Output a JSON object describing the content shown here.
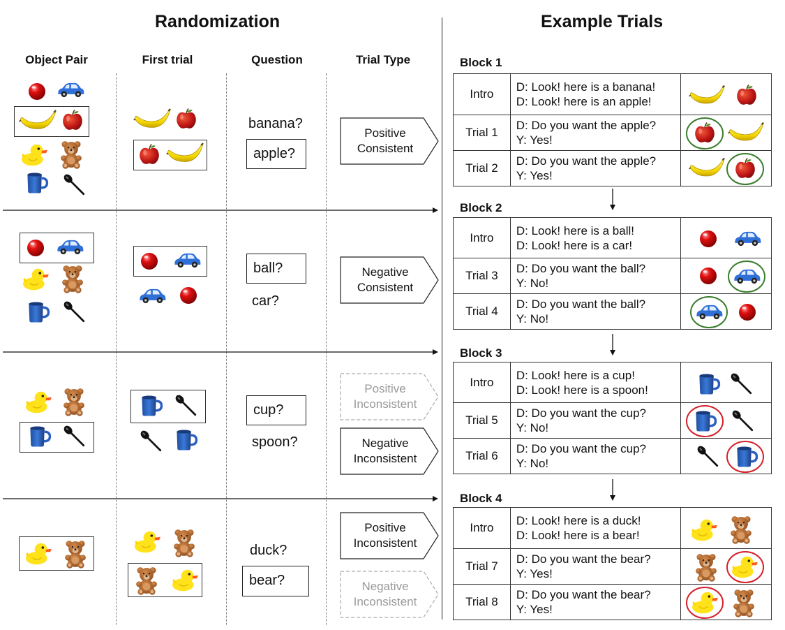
{
  "left": {
    "title": "Randomization",
    "columns": [
      "Object Pair",
      "First trial",
      "Question",
      "Trial Type"
    ],
    "rows": [
      {
        "questions": [
          "banana?",
          "apple?"
        ],
        "boxed_question": 1,
        "trial_types": [
          {
            "label_top": "Positive",
            "label_bottom": "Consistent",
            "faded": false
          }
        ]
      },
      {
        "questions": [
          "ball?",
          "car?"
        ],
        "boxed_question": 0,
        "trial_types": [
          {
            "label_top": "Negative",
            "label_bottom": "Consistent",
            "faded": false
          }
        ]
      },
      {
        "questions": [
          "cup?",
          "spoon?"
        ],
        "boxed_question": 0,
        "trial_types": [
          {
            "label_top": "Positive",
            "label_bottom": "Inconsistent",
            "faded": true
          },
          {
            "label_top": "Negative",
            "label_bottom": "Inconsistent",
            "faded": false
          }
        ]
      },
      {
        "questions": [
          "duck?",
          "bear?"
        ],
        "boxed_question": 1,
        "trial_types": [
          {
            "label_top": "Positive",
            "label_bottom": "Inconsistent",
            "faded": false
          },
          {
            "label_top": "Negative",
            "label_bottom": "Inconsistent",
            "faded": true
          }
        ]
      }
    ]
  },
  "right": {
    "title": "Example Trials",
    "blocks": [
      {
        "name": "Block 1",
        "rows": [
          {
            "label": "Intro",
            "line1": "D: Look! here is a banana!",
            "line2": "D: Look! here is an apple!"
          },
          {
            "label": "Trial 1",
            "line1": "D: Do you want the apple?",
            "line2": "Y: Yes!"
          },
          {
            "label": "Trial 2",
            "line1": "D: Do you want the apple?",
            "line2": "Y: Yes!"
          }
        ]
      },
      {
        "name": "Block 2",
        "rows": [
          {
            "label": "Intro",
            "line1": "D: Look! here is a ball!",
            "line2": "D: Look! here is a car!"
          },
          {
            "label": "Trial 3",
            "line1": "D: Do you want the ball?",
            "line2": "Y: No!"
          },
          {
            "label": "Trial 4",
            "line1": "D: Do you want the ball?",
            "line2": "Y: No!"
          }
        ]
      },
      {
        "name": "Block 3",
        "rows": [
          {
            "label": "Intro",
            "line1": "D: Look! here is a cup!",
            "line2": "D: Look! here is a spoon!"
          },
          {
            "label": "Trial 5",
            "line1": "D: Do you want the cup?",
            "line2": "Y: No!"
          },
          {
            "label": "Trial 6",
            "line1": "D: Do you want the cup?",
            "line2": "Y: No!"
          }
        ]
      },
      {
        "name": "Block 4",
        "rows": [
          {
            "label": "Intro",
            "line1": "D: Look! here is a duck!",
            "line2": "D: Look! here is a bear!"
          },
          {
            "label": "Trial 7",
            "line1": "D: Do you want the bear?",
            "line2": "Y: Yes!"
          },
          {
            "label": "Trial 8",
            "line1": "D: Do you want the bear?",
            "line2": "Y: Yes!"
          }
        ]
      }
    ]
  },
  "icons": [
    "ball-icon",
    "car-icon",
    "banana-icon",
    "apple-icon",
    "duck-icon",
    "teddy-bear-icon",
    "cup-icon",
    "spoon-icon"
  ],
  "colors": {
    "correct_circle": "#3a7d2c",
    "incorrect_circle": "#d4202a",
    "faded": "#999999"
  }
}
